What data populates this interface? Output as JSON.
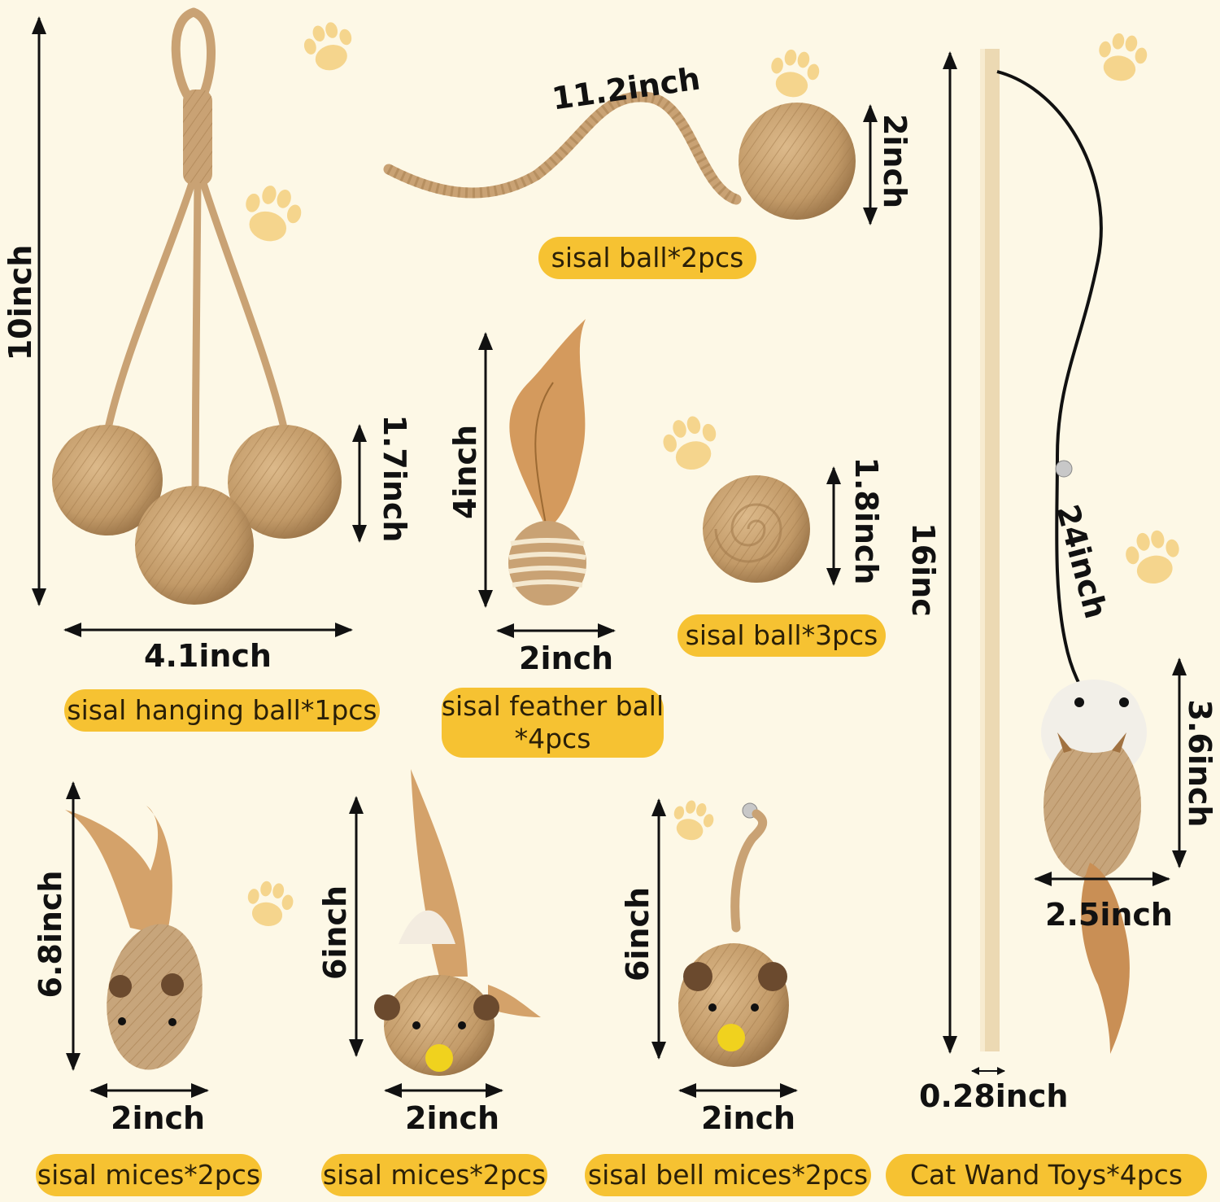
{
  "colors": {
    "background": "#fdf8e6",
    "label_bg": "#f6c232",
    "sisal": "#c9a274",
    "sisal_dark": "#a9814f",
    "paw": "#f5d58d"
  },
  "dimensions": {
    "hanging_height": "10inch",
    "hanging_ball": "1.7inch",
    "hanging_width": "4.1inch",
    "sisal_rope": "11.2inch",
    "sisal_ball_small": "2inch",
    "feather_height": "4inch",
    "feather_width": "2inch",
    "ball_3pcs": "1.8inch",
    "wand_length": "16inc",
    "wand_string": "24inch",
    "wand_mouse_height": "3.6inch",
    "wand_mouse_width": "2.5inch",
    "wand_thickness": "0.28inch",
    "mice1_height": "6.8inch",
    "mice1_width": "2inch",
    "mice2_height": "6inch",
    "mice2_width": "2inch",
    "bell_height": "6inch",
    "bell_width": "2inch"
  },
  "labels": {
    "hanging": "sisal hanging ball*1pcs",
    "ball2": "sisal ball*2pcs",
    "feather_line1": "sisal feather ball",
    "feather_line2": "*4pcs",
    "ball3": "sisal ball*3pcs",
    "mice1": "sisal mices*2pcs",
    "mice2": "sisal mices*2pcs",
    "bell": "sisal bell mices*2pcs",
    "wand": "Cat Wand Toys*4pcs"
  }
}
